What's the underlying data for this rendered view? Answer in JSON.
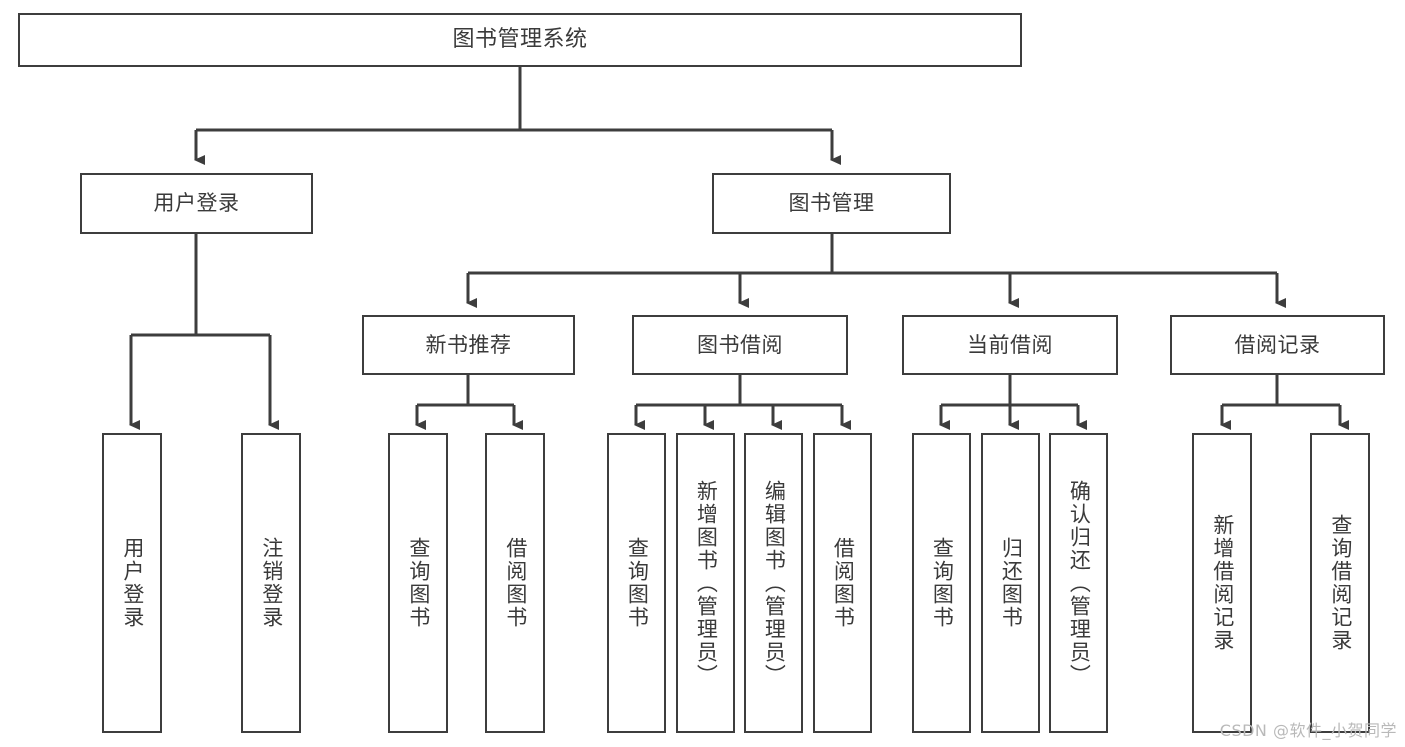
{
  "diagram": {
    "title": "图书管理系统",
    "type": "tree",
    "watermark": "CSDN @软件_小贺同学",
    "colors": {
      "node_border": "#3d3d3d",
      "node_fill": "#ffffff",
      "edge": "#3d3d3d",
      "text": "#3a3a3a",
      "watermark": "#b9b9b9",
      "background": "#ffffff"
    },
    "levels": {
      "root": [
        "图书管理系统"
      ],
      "level2": [
        "用户登录",
        "图书管理"
      ],
      "level3": [
        "新书推荐",
        "图书借阅",
        "当前借阅",
        "借阅记录"
      ],
      "leaves": [
        "用户登录",
        "注销登录",
        "查询图书",
        "借阅图书",
        "查询图书",
        "新增图书（管理员）",
        "编辑图书（管理员）",
        "借阅图书",
        "查询图书",
        "归还图书",
        "确认归还（管理员）",
        "新增借阅记录",
        "查询借阅记录"
      ]
    },
    "nodes": {
      "root": {
        "label": "图书管理系统"
      },
      "user_login": {
        "label": "用户登录"
      },
      "book_manage": {
        "label": "图书管理"
      },
      "new_book_rec": {
        "label": "新书推荐"
      },
      "book_borrow": {
        "label": "图书借阅"
      },
      "current_borrow": {
        "label": "当前借阅"
      },
      "borrow_record": {
        "label": "借阅记录"
      },
      "leaf_user_login": {
        "label": "用户登录"
      },
      "leaf_logout": {
        "label": "注销登录"
      },
      "leaf_query_book_a": {
        "label": "查询图书"
      },
      "leaf_borrow_book_a": {
        "label": "借阅图书"
      },
      "leaf_query_book_b": {
        "label": "查询图书"
      },
      "leaf_add_book": {
        "label": "新增图书（管理员）"
      },
      "leaf_edit_book": {
        "label": "编辑图书（管理员）"
      },
      "leaf_borrow_book_b": {
        "label": "借阅图书"
      },
      "leaf_query_book_c": {
        "label": "查询图书"
      },
      "leaf_return_book": {
        "label": "归还图书"
      },
      "leaf_confirm_return": {
        "label": "确认归还（管理员）"
      },
      "leaf_add_record": {
        "label": "新增借阅记录"
      },
      "leaf_query_record": {
        "label": "查询借阅记录"
      }
    }
  }
}
